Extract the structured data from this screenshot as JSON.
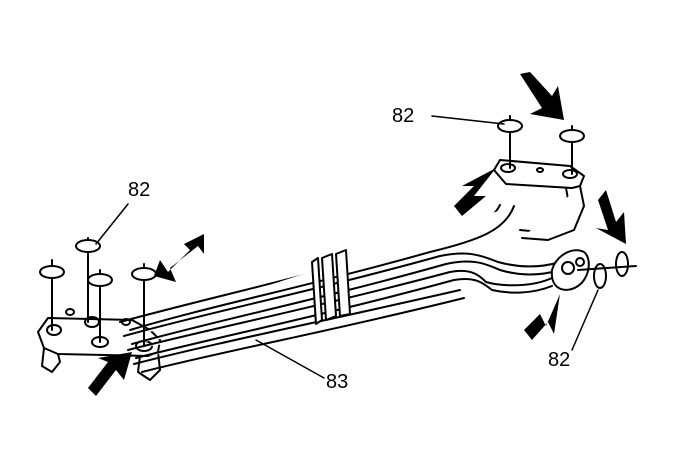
{
  "diagram": {
    "callouts": [
      {
        "id": "c1",
        "label": "82"
      },
      {
        "id": "c2",
        "label": "82"
      },
      {
        "id": "c3",
        "label": "82"
      },
      {
        "id": "c4",
        "label": "83"
      }
    ]
  },
  "colors": {
    "line": "#000000",
    "fill": "#ffffff",
    "band": "#cfcfcf"
  }
}
